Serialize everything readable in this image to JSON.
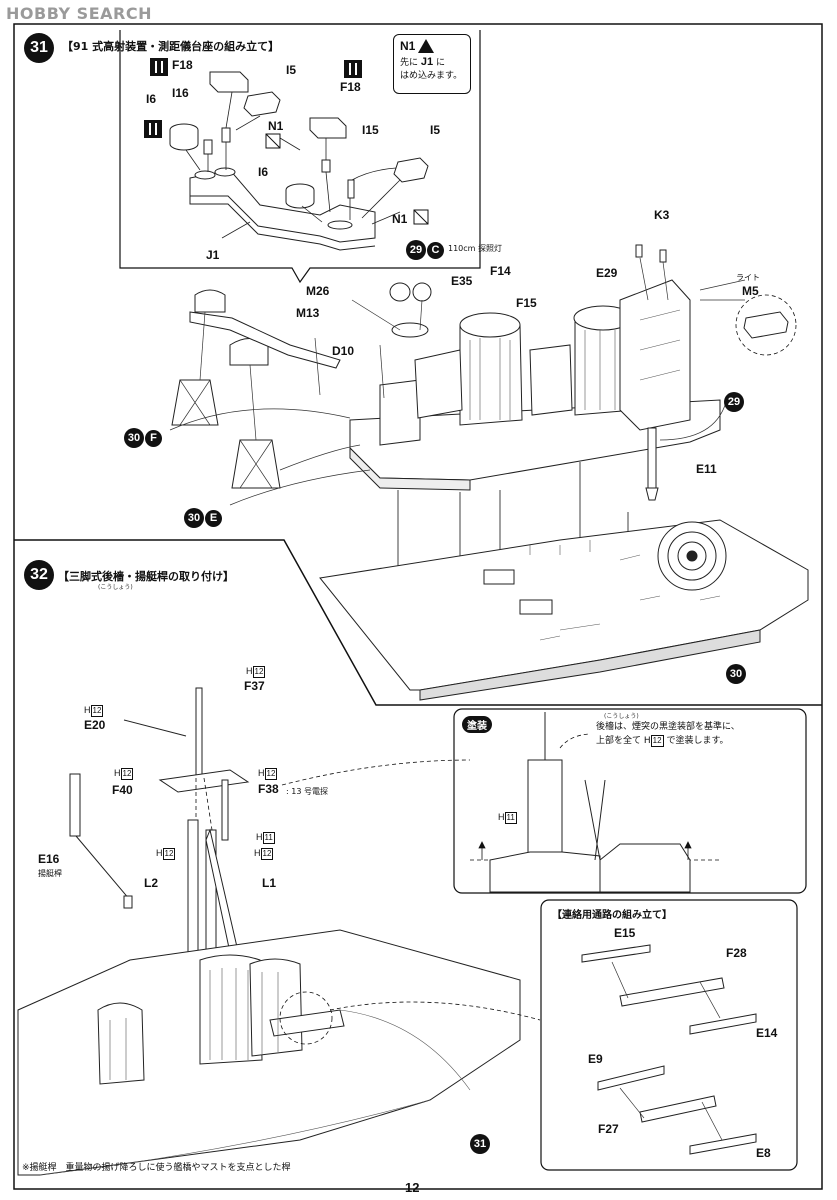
{
  "watermark": "HOBBY SEARCH",
  "page_number": "12",
  "step31": {
    "number": "31",
    "title": "【91 式高射装置・測距儀台座の組み立て】",
    "labels": [
      "F18",
      "I5",
      "I16",
      "I6",
      "F18",
      "N1",
      "I15",
      "I5",
      "I6",
      "N1",
      "J1"
    ],
    "note": {
      "code": "N1",
      "line1_prefix": "先に",
      "line1_code": "J1",
      "line1_suffix": "に",
      "line2": "はめ込みます。"
    },
    "ref_29": "29",
    "ref_C": "C",
    "searchlight_label": "110cm 探照灯",
    "assembly_labels": [
      "M26",
      "M13",
      "D10",
      "E35",
      "F14",
      "F15",
      "K3",
      "E29",
      "M5",
      "E11"
    ],
    "light_label": "ライト",
    "ref_30F_num": "30",
    "ref_30F_letter": "F",
    "ref_30E_num": "30",
    "ref_30E_letter": "E",
    "ref_29_side": "29",
    "ref_30_hull": "30"
  },
  "step32": {
    "number": "32",
    "title": "【三脚式後檣・揚艇桿の取り付け】",
    "title_furigana": "(こうしょう)",
    "labels": {
      "F37": "F37",
      "E20": "E20",
      "F40": "F40",
      "F38": "F38",
      "F38_note": ": 13 号電探",
      "E16": "E16",
      "E16_note": "揚艇桿",
      "L2": "L2",
      "L1": "L1"
    },
    "paint_codes": {
      "F37": "12",
      "E20": "12",
      "F40": "12",
      "F38": "12",
      "H11": "11",
      "L2": "12",
      "L1": "12"
    },
    "paint_prefix": "H",
    "ref_31": "31"
  },
  "paint_panel": {
    "tag": "塗装",
    "furigana": "(こうしょう)",
    "line1": "後檣は、煙突の黒塗装部を基準に、",
    "line2_prefix": "上部を全て",
    "line2_code": "12",
    "line2_suffix": "で塗装します。",
    "code_prefix": "H",
    "side_code": "11"
  },
  "walkway_panel": {
    "title": "【連絡用通路の組み立て】",
    "labels": [
      "E15",
      "F28",
      "E14",
      "E9",
      "F27",
      "E8"
    ]
  },
  "footnote": "※揚艇桿　重量物の揚げ降ろしに使う艦橋やマストを支点とした桿"
}
